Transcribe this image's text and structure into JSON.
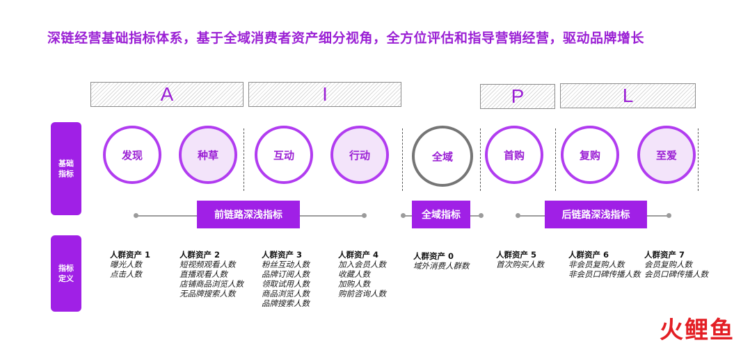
{
  "title": "深链经营基础指标体系，基于全域消费者资产细分视角，全方位评估和指导营销经营，驱动品牌增长",
  "stages": [
    "A",
    "I",
    "P",
    "L"
  ],
  "side_labels": {
    "basic": "基础\n指标",
    "definition": "指标\n定义"
  },
  "nodes": [
    "发现",
    "种草",
    "互动",
    "行动",
    "全域",
    "首购",
    "复购",
    "至爱"
  ],
  "chips": [
    "前链路深浅指标",
    "全域指标",
    "后链路深浅指标"
  ],
  "definitions": [
    {
      "head": "人群资产 1",
      "items": [
        "曝光人数",
        "点击人数"
      ]
    },
    {
      "head": "人群资产 2",
      "items": [
        "短视频观看人数",
        "直播观看人数",
        "店铺商品浏览人数",
        "无品牌搜索人数"
      ]
    },
    {
      "head": "人群资产 3",
      "items": [
        "粉丝互动人数",
        "品牌订阅人数",
        "领取试用人数",
        "商品浏览人数",
        "品牌搜索人数"
      ]
    },
    {
      "head": "人群资产 4",
      "items": [
        "加入会员人数",
        "收藏人数",
        "加购人数",
        "购前咨询人数"
      ]
    },
    {
      "head": "人群资产 0",
      "items": [
        "域外消费人群数"
      ]
    },
    {
      "head": "人群资产 5",
      "items": [
        "首次购买人数"
      ]
    },
    {
      "head": "人群资产 6",
      "items": [
        "非会员复购人数",
        "非会员口碑传播人数"
      ]
    },
    {
      "head": "人群资产 7",
      "items": [
        "会员复购人数",
        "会员口碑传播人数"
      ]
    }
  ],
  "logo": "火鲤鱼",
  "colors": {
    "accent": "#a020e6",
    "title": "#9a1fd4",
    "neutral_ring": "#757575"
  }
}
